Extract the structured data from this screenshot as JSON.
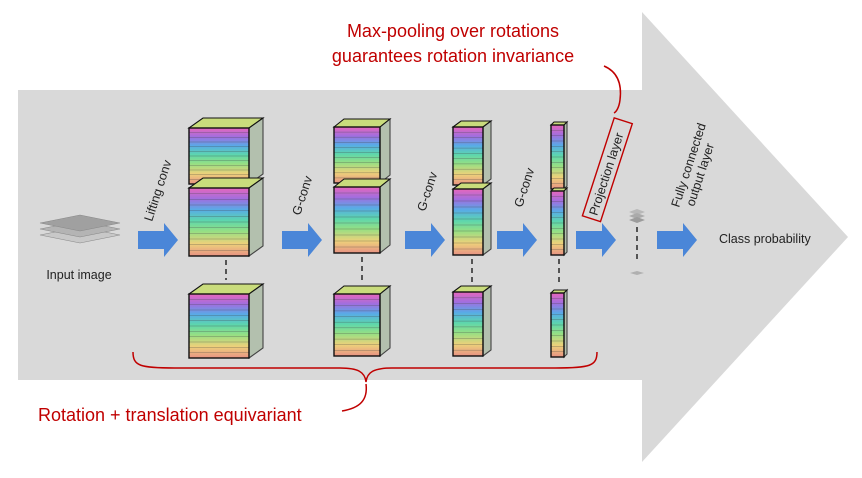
{
  "input_label": "Input image",
  "layer_labels": [
    "Lifting conv",
    "G-conv",
    "G-conv",
    "G-conv"
  ],
  "projection_label": "Projection layer",
  "fc_label_line1": "Fully connected",
  "fc_label_line2": "output layer",
  "class_label": "Class probability",
  "maxpool_line1": "Max-pooling over rotations",
  "maxpool_line2": "guarantees rotation invariance",
  "equivariant_label": "Rotation + translation equivariant",
  "colors": {
    "background_arrow": "#d9d9d9",
    "flow_arrow": "#4a86d8",
    "annotation": "#c00000",
    "text": "#222222"
  }
}
